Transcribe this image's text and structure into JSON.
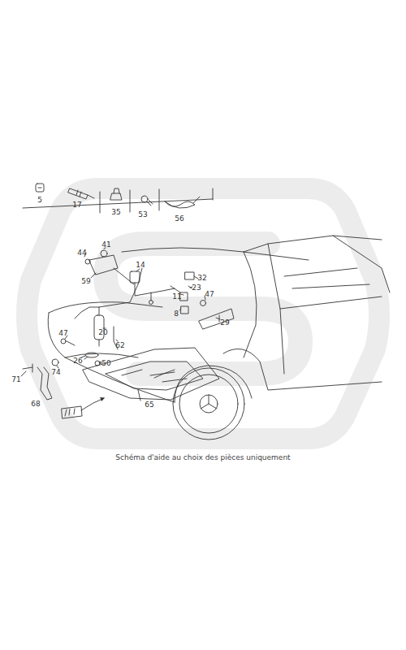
{
  "diagram": {
    "caption": "Schéma d'aide au choix des pièces uniquement",
    "labels": [
      "5",
      "17",
      "35",
      "53",
      "56",
      "41",
      "44",
      "14",
      "32",
      "59",
      "23",
      "11",
      "47",
      "8",
      "29",
      "20",
      "62",
      "47",
      "26",
      "50",
      "74",
      "71",
      "68",
      "65"
    ]
  }
}
